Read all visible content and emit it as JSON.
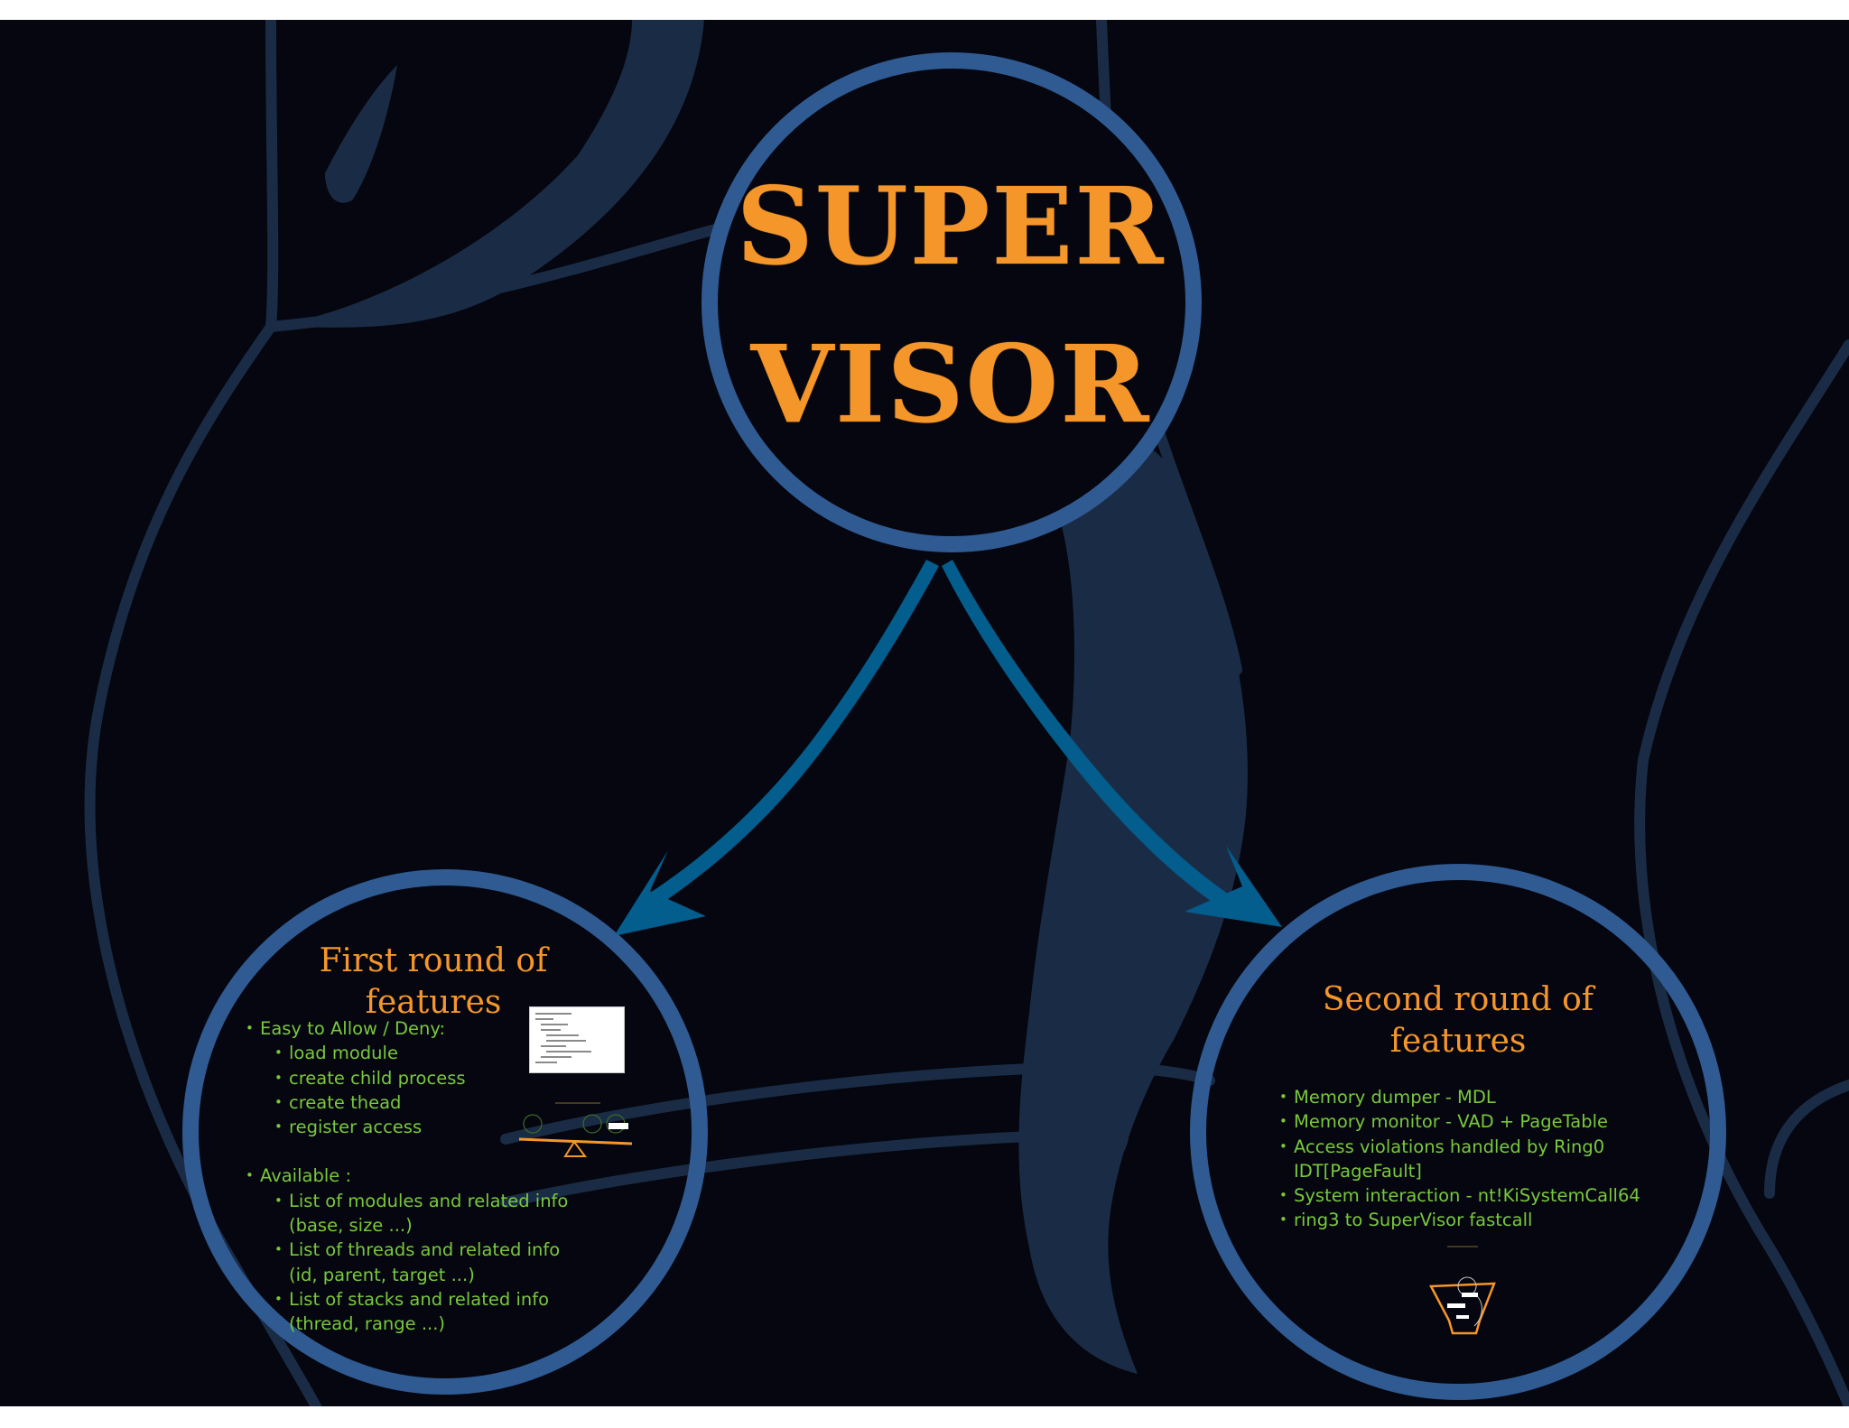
{
  "colors": {
    "background": "#05060f",
    "decoration": "#1a2c45",
    "circle_stroke": "#2f5a92",
    "arrow": "#035d8d",
    "title": "#f5962a",
    "bullet_text": "#78c83c"
  },
  "title": {
    "line1": "SUPER",
    "line2": "VISOR"
  },
  "first_round": {
    "heading_line1": "First round of",
    "heading_line2": "features",
    "allow_deny": {
      "label": "Easy to Allow / Deny:",
      "items": [
        "load module",
        "create child process",
        "create thead",
        "register access"
      ]
    },
    "available": {
      "label": "Available :",
      "items": [
        {
          "line1": "List of modules and related info",
          "line2": "(base, size ...)"
        },
        {
          "line1": "List of threads and related info",
          "line2": "(id, parent, target ...)"
        },
        {
          "line1": "List of stacks and related info",
          "line2": "(thread, range ...)"
        }
      ]
    },
    "thumbnail_icon": "code-screenshot-icon",
    "scale_icon": "balance-scale-icon"
  },
  "second_round": {
    "heading_line1": "Second round of",
    "heading_line2": "features",
    "items": [
      {
        "line1": "Memory dumper - MDL"
      },
      {
        "line1": "Memory monitor - VAD + PageTable"
      },
      {
        "line1": "Access violations handled by Ring0",
        "line2": "IDT[PageFault]"
      },
      {
        "line1": "System interaction - nt!KiSystemCall64"
      },
      {
        "line1": "ring3 to SuperVisor fastcall"
      }
    ],
    "funnel_icon": "funnel-icon"
  }
}
